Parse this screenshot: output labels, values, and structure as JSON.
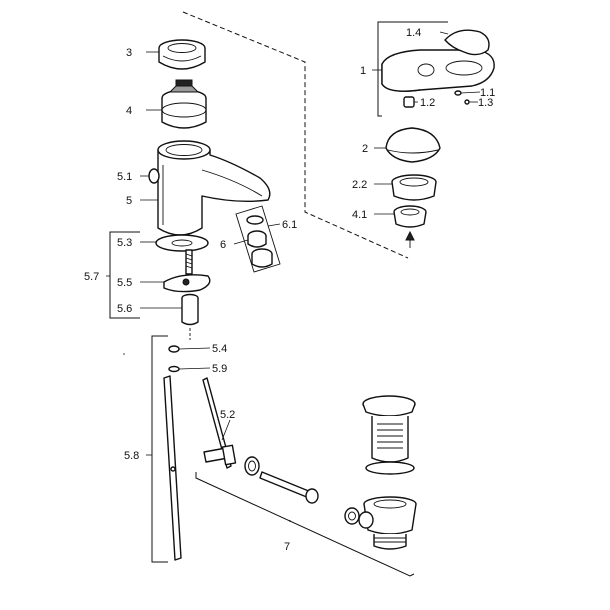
{
  "labels": {
    "p1": "1",
    "p1_1": "1.1",
    "p1_2": "1.2",
    "p1_3": "1.3",
    "p1_4": "1.4",
    "p2": "2",
    "p2_2": "2.2",
    "p3": "3",
    "p4": "4",
    "p4_1": "4.1",
    "p5": "5",
    "p5_1": "5.1",
    "p5_2": "5.2",
    "p5_3": "5.3",
    "p5_4": "5.4",
    "p5_5": "5.5",
    "p5_6": "5.6",
    "p5_7": "5.7",
    "p5_8": "5.8",
    "p5_9": "5.9",
    "p6": "6",
    "p6_1": "6.1",
    "p7": "7"
  }
}
